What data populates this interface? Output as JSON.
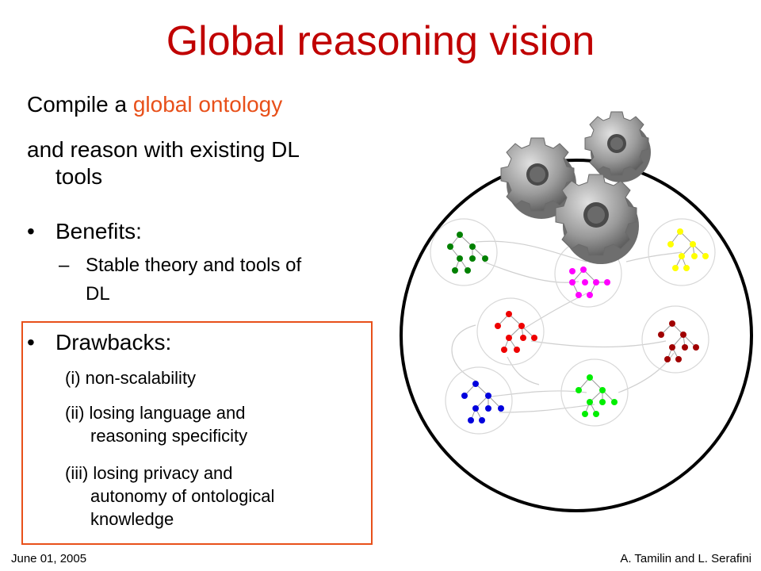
{
  "slide": {
    "title": "Global reasoning vision",
    "intro_line1_pre": "Compile a ",
    "intro_line1_highlight": "global ontology",
    "intro_line2": "and reason with existing DL",
    "intro_line3": "tools",
    "benefits": {
      "heading": "Benefits:",
      "item_line1": "Stable theory and tools of",
      "item_line2": "DL"
    },
    "drawbacks": {
      "heading": "Drawbacks:",
      "items": [
        {
          "line1": "(i) non-scalability"
        },
        {
          "line1": "(ii) losing language and",
          "line2": "reasoning specificity"
        },
        {
          "line1": "(iii) losing privacy and",
          "line2": "autonomy of ontological",
          "line3": "knowledge"
        }
      ]
    },
    "footer_left": "June 01, 2005",
    "footer_right": "A. Tamilin and L. Serafini"
  },
  "colors": {
    "title": "#c00000",
    "highlight": "#e8501a",
    "box_border": "#e8501a",
    "cluster_green": "#008000",
    "cluster_magenta": "#ff00ff",
    "cluster_yellow": "#ffff00",
    "cluster_red": "#ee0000",
    "cluster_darkred": "#a00000",
    "cluster_blue": "#0000dd",
    "cluster_lime": "#00ee00",
    "gear": "#9a9a9a"
  },
  "icons": [
    "gear-icon"
  ]
}
